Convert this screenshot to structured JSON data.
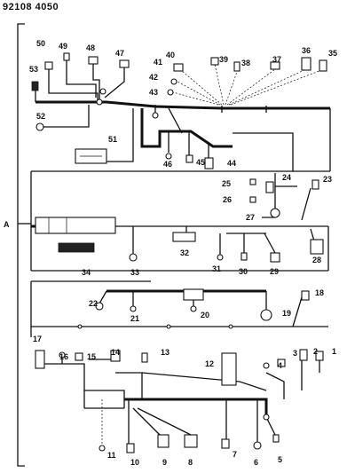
{
  "header": {
    "code": "92108 4050"
  },
  "side_label": "A",
  "callouts": [
    "1",
    "2",
    "3",
    "4",
    "5",
    "6",
    "7",
    "8",
    "9",
    "10",
    "11",
    "12",
    "13",
    "14",
    "15",
    "16",
    "17",
    "18",
    "19",
    "20",
    "21",
    "22",
    "23",
    "24",
    "25",
    "26",
    "27",
    "28",
    "29",
    "30",
    "31",
    "32",
    "33",
    "34",
    "35",
    "36",
    "37",
    "38",
    "39",
    "40",
    "41",
    "42",
    "43",
    "44",
    "45",
    "46",
    "47",
    "48",
    "49",
    "50",
    "51",
    "52",
    "53"
  ]
}
